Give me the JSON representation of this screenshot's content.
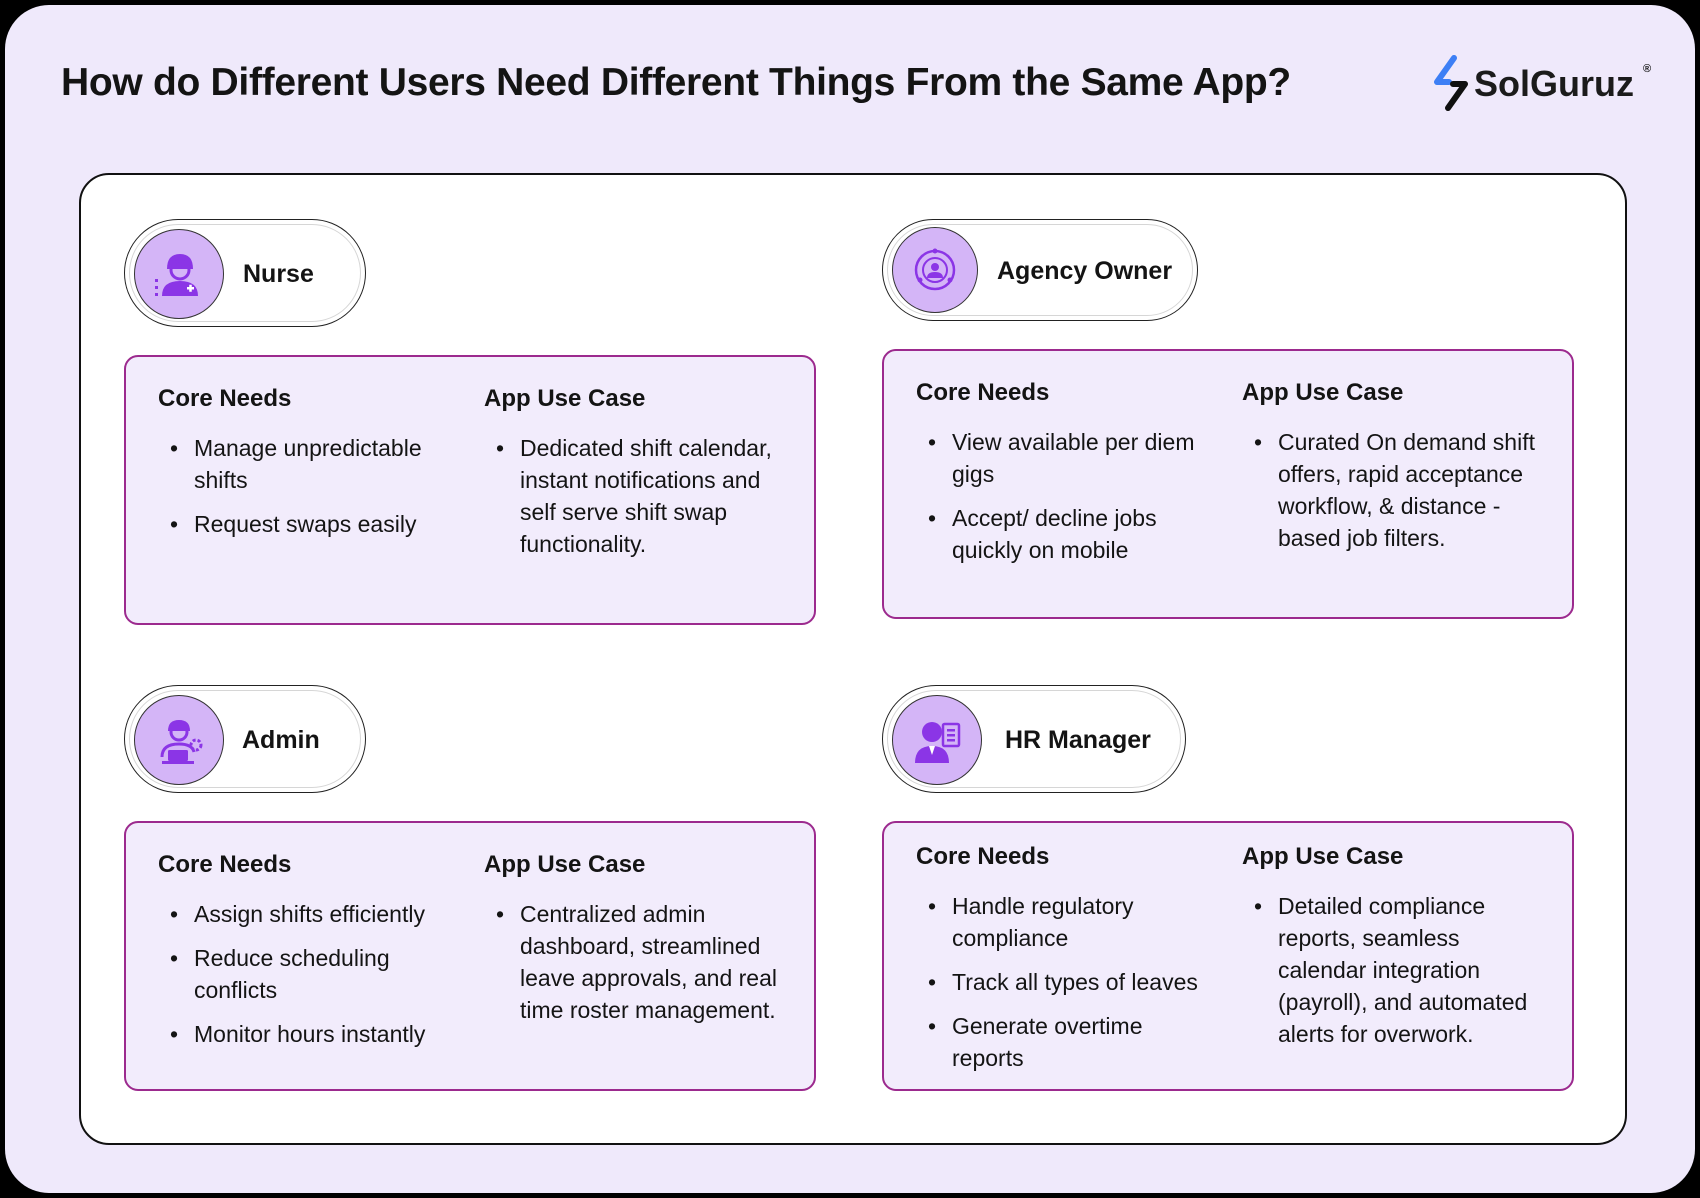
{
  "title": "How do Different Users Need Different Things From the Same App?",
  "brand": {
    "name": "SolGuruz",
    "registered": "®",
    "colors": [
      "#3d7ff5",
      "#101010"
    ]
  },
  "accent_colors": {
    "background": "#efe9fb",
    "avatar": "#d4b5f7",
    "icon": "#8b35e6",
    "card_border": "#9c2a8e",
    "card_fill": "#f2ecfc"
  },
  "personas": [
    {
      "name": "Nurse",
      "icon": "nurse-icon",
      "core_needs_heading": "Core Needs",
      "core_needs": [
        "Manage unpredictable shifts",
        "Request swaps easily"
      ],
      "use_case_heading": "App Use Case",
      "use_cases": [
        "Dedicated shift calendar, instant notifications and self serve shift swap functionality."
      ]
    },
    {
      "name": "Agency Owner",
      "icon": "agency-owner-icon",
      "core_needs_heading": "Core Needs",
      "core_needs": [
        "View available per diem gigs",
        "Accept/ decline jobs quickly on mobile"
      ],
      "use_case_heading": "App Use Case",
      "use_cases": [
        "Curated On demand shift offers, rapid acceptance workflow, & distance - based job filters."
      ]
    },
    {
      "name": "Admin",
      "icon": "admin-icon",
      "core_needs_heading": "Core Needs",
      "core_needs": [
        "Assign shifts efficiently",
        "Reduce scheduling conflicts",
        "Monitor hours instantly"
      ],
      "use_case_heading": "App Use Case",
      "use_cases": [
        "Centralized admin dashboard, streamlined leave approvals, and real  time roster management."
      ]
    },
    {
      "name": "HR Manager",
      "icon": "hr-manager-icon",
      "core_needs_heading": "Core Needs",
      "core_needs": [
        "Handle regulatory compliance",
        "Track all types of leaves",
        "Generate overtime reports"
      ],
      "use_case_heading": "App Use Case",
      "use_cases": [
        "Detailed compliance reports, seamless calendar integration (payroll), and automated alerts for overwork."
      ]
    }
  ]
}
